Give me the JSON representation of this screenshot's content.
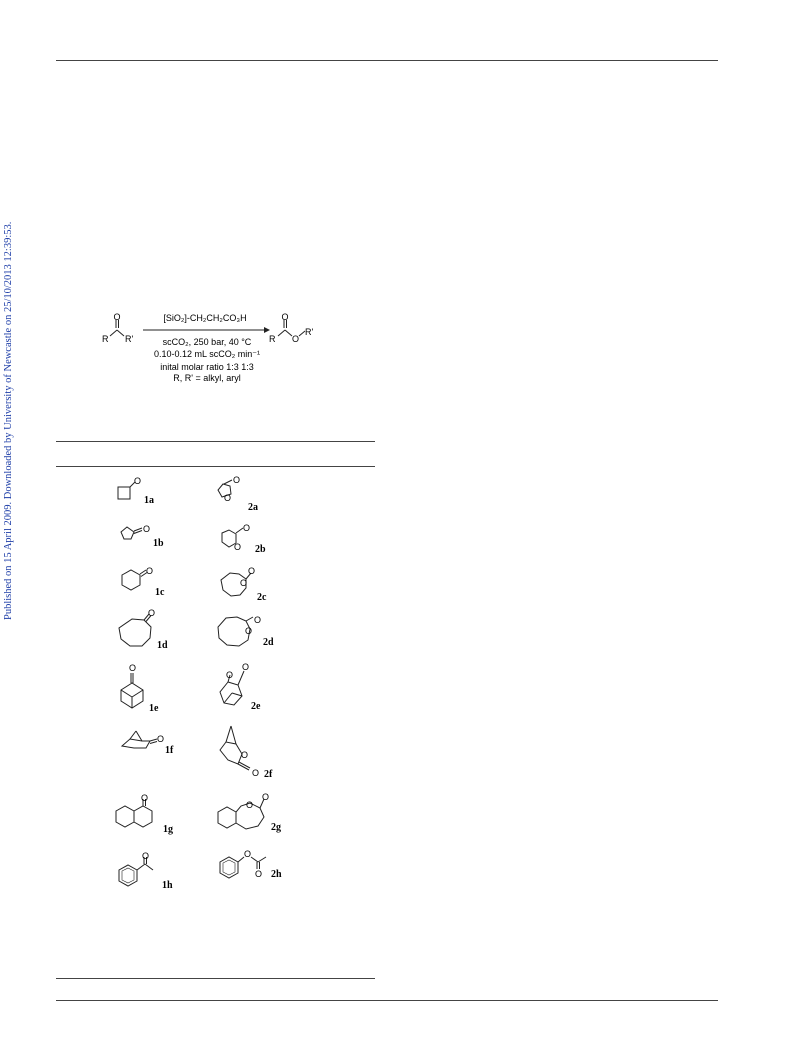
{
  "sidebar_text": "Published on 15 April 2009. Downloaded by University of Newcastle on 25/10/2013 12:39:53.",
  "scheme": {
    "reagent": "[SiO₂]-CH₂CH₂CO₃H",
    "condition1": "scCO₂, 250 bar, 40 °C",
    "condition2": "0.10-0.12 mL scCO₂ min⁻¹",
    "condition3": "inital molar ratio 1:3 1:3",
    "condition4": "R, R' = alkyl, aryl",
    "reactant": {
      "R": "R",
      "Rp": "R'",
      "O": "O"
    },
    "product": {
      "R": "R",
      "Rp": "R'",
      "O1": "O",
      "O2": "O"
    }
  },
  "table": {
    "rows": [
      {
        "ketone": "1a",
        "lactone": "2a"
      },
      {
        "ketone": "1b",
        "lactone": "2b"
      },
      {
        "ketone": "1c",
        "lactone": "2c"
      },
      {
        "ketone": "1d",
        "lactone": "2d"
      },
      {
        "ketone": "1e",
        "lactone": "2e"
      },
      {
        "ketone": "1f",
        "lactone": "2f"
      },
      {
        "ketone": "1g",
        "lactone": "2g"
      },
      {
        "ketone": "1h",
        "lactone": "2h"
      }
    ],
    "atom_O": "O"
  }
}
